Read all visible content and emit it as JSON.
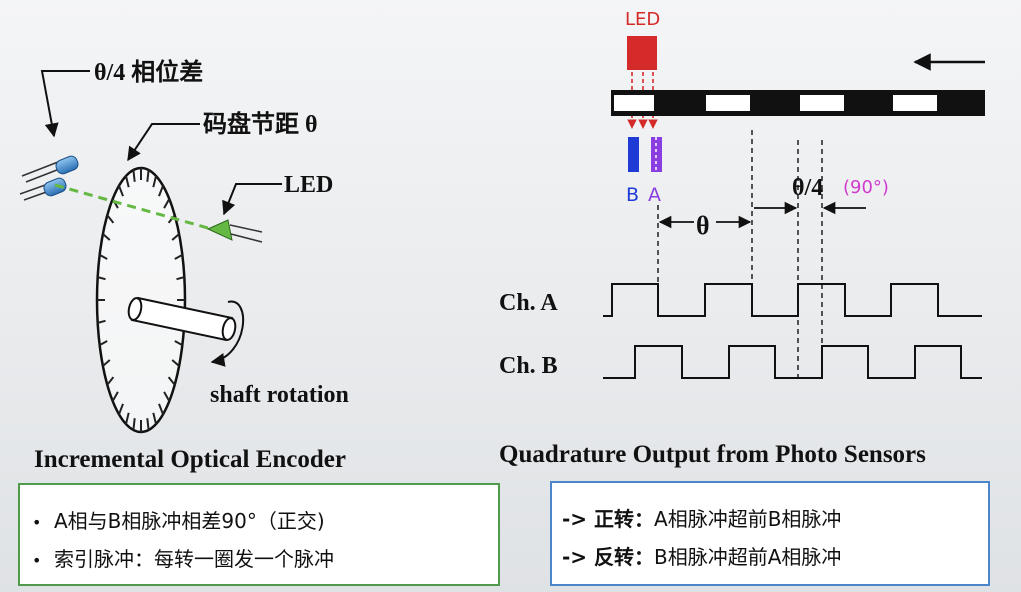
{
  "left_diagram": {
    "label_phase": "θ/4 相位差",
    "label_pitch": "码盘节距 θ",
    "label_led": "LED",
    "label_shaft": "shaft rotation",
    "caption": "Incremental Optical Encoder"
  },
  "right_diagram": {
    "led_label": "LED",
    "sensor_b": "B",
    "sensor_a": "A",
    "theta": "θ",
    "theta_quarter": "θ/4",
    "ninety": "(90°)",
    "channel_a": "Ch. A",
    "channel_b": "Ch. B",
    "caption": "Quadrature Output from Photo Sensors"
  },
  "notes_left": {
    "bullet1": "A相与B相脉冲相差90°（正交)",
    "bullet2": "索引脉冲：每转一圈发一个脉冲"
  },
  "notes_right": {
    "fwd_prefix": "-> ",
    "fwd_bold": "正转：",
    "fwd_rest": "A相脉冲超前B相脉冲",
    "rev_prefix": "-> ",
    "rev_bold": "反转：",
    "rev_rest": "B相脉冲超前A相脉冲"
  },
  "colors": {
    "led_red": "#d42a2a",
    "sensor_blue": "#1f3bd6",
    "sensor_purple": "#8a3de0",
    "label_magenta": "#d03bd0",
    "green_beam": "#66b844",
    "box_green": "#4f9a4b",
    "box_blue": "#4a86c8"
  }
}
